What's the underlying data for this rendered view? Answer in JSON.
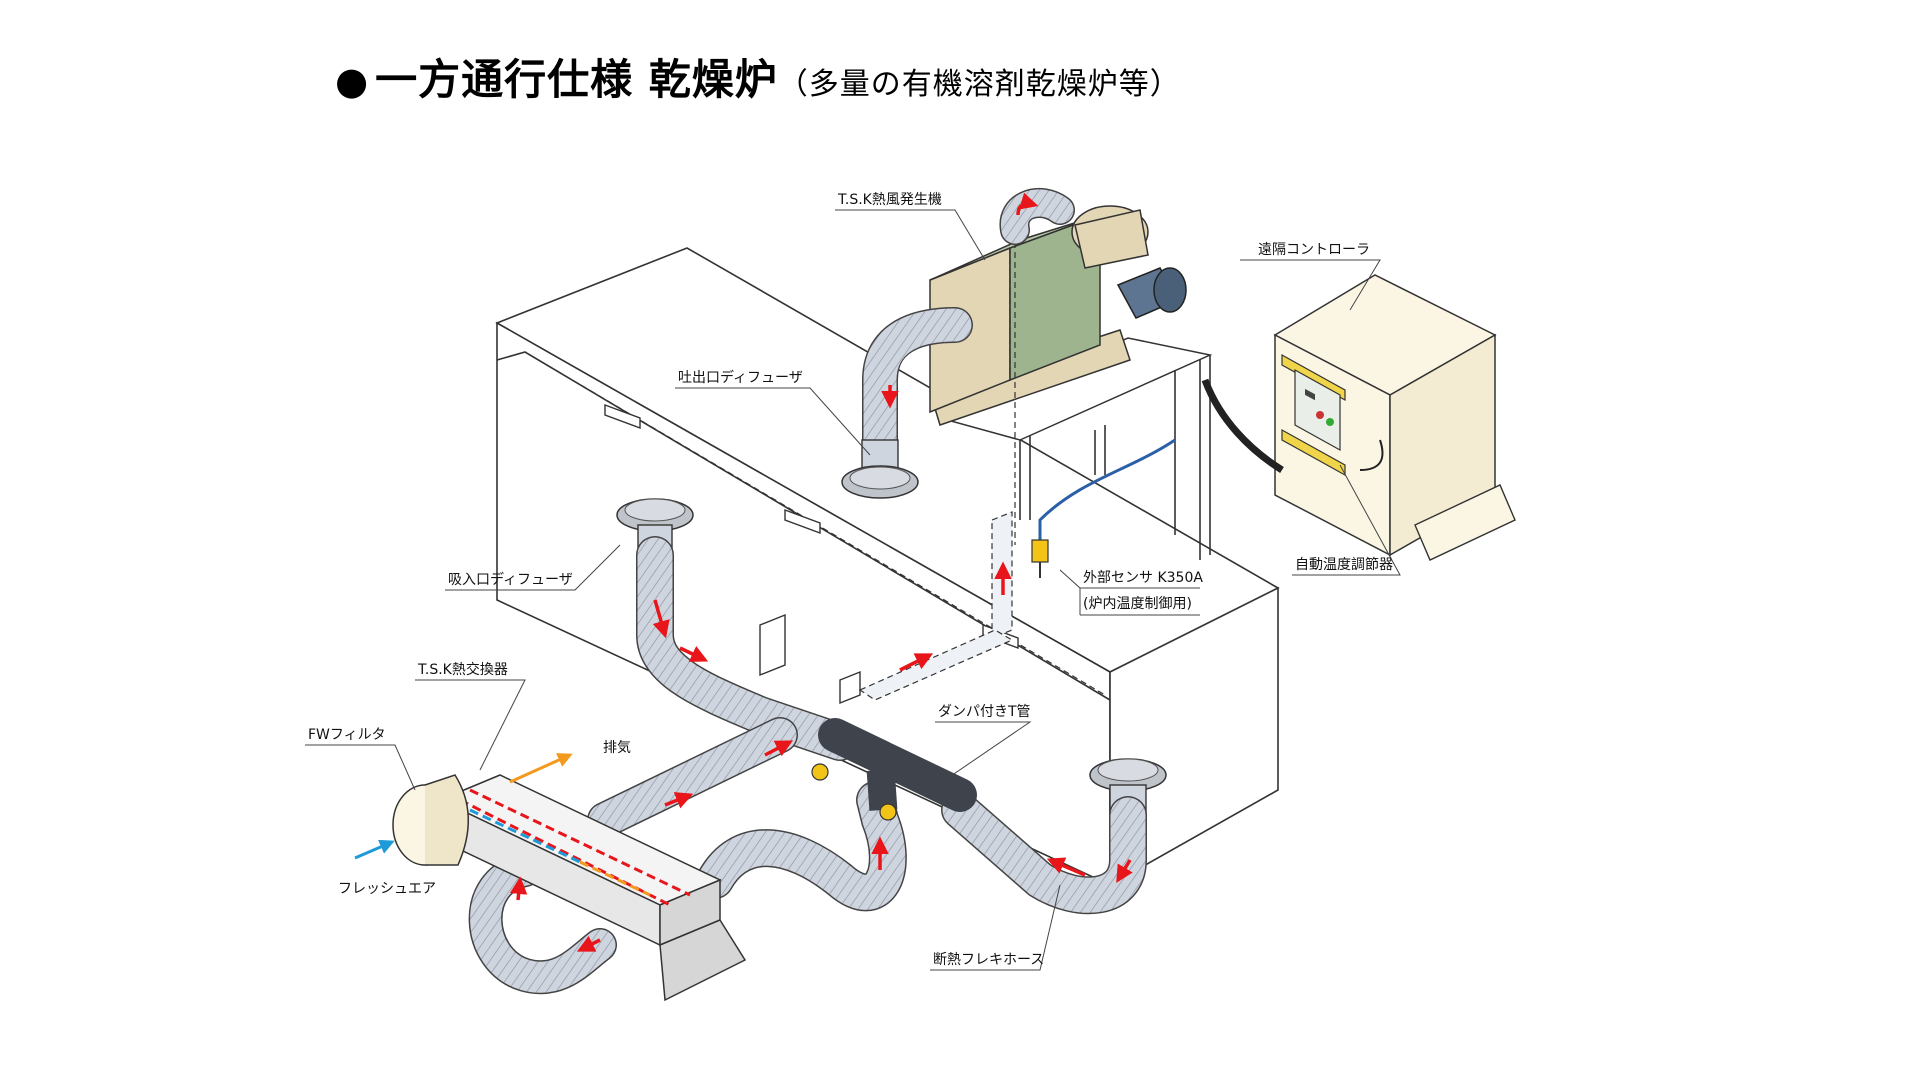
{
  "title": {
    "bullet": "●",
    "main": "一方通行仕様 乾燥炉",
    "sub": "（多量の有機溶剤乾燥炉等）"
  },
  "labels": {
    "hot_air_generator": "T.S.K熱風発生機",
    "remote_controller": "遠隔コントローラ",
    "outlet_diffuser": "吐出口ディフューザ",
    "inlet_diffuser": "吸入口ディフューザ",
    "external_sensor_line1": "外部センサ K350A",
    "external_sensor_line2": "(炉内温度制御用)",
    "auto_temp_controller": "自動温度調節器",
    "heat_exchanger": "T.S.K熱交換器",
    "fw_filter": "FWフィルタ",
    "exhaust": "排気",
    "damper_tee": "ダンパ付きT管",
    "fresh_air": "フレッシュエア",
    "flex_hose": "断熱フレキホース"
  },
  "colors": {
    "generator_body": "#9db48f",
    "generator_side": "#e3d6b4",
    "motor": "#5d7590",
    "hose": "#cfd5df",
    "hose_stroke": "#444444",
    "damper_pipe": "#3f444c",
    "valve": "#f2c418",
    "sensor_cable": "#2b5fa8",
    "power_cable": "#222222",
    "controller_box": "#fbf6e4",
    "controller_bracket": "#f0d54a",
    "flow_arrow": "#e8161b",
    "exhaust_arrow": "#f39a1e",
    "fresh_air_arrow": "#1f9ad8",
    "oven_fill": "#ffffff",
    "exchanger_fill": "#e7e7e7"
  },
  "icons": {
    "flow_arrow": "red-arrow-icon",
    "exhaust_arrow": "orange-arrow-icon",
    "fresh_air_arrow": "blue-arrow-icon"
  }
}
